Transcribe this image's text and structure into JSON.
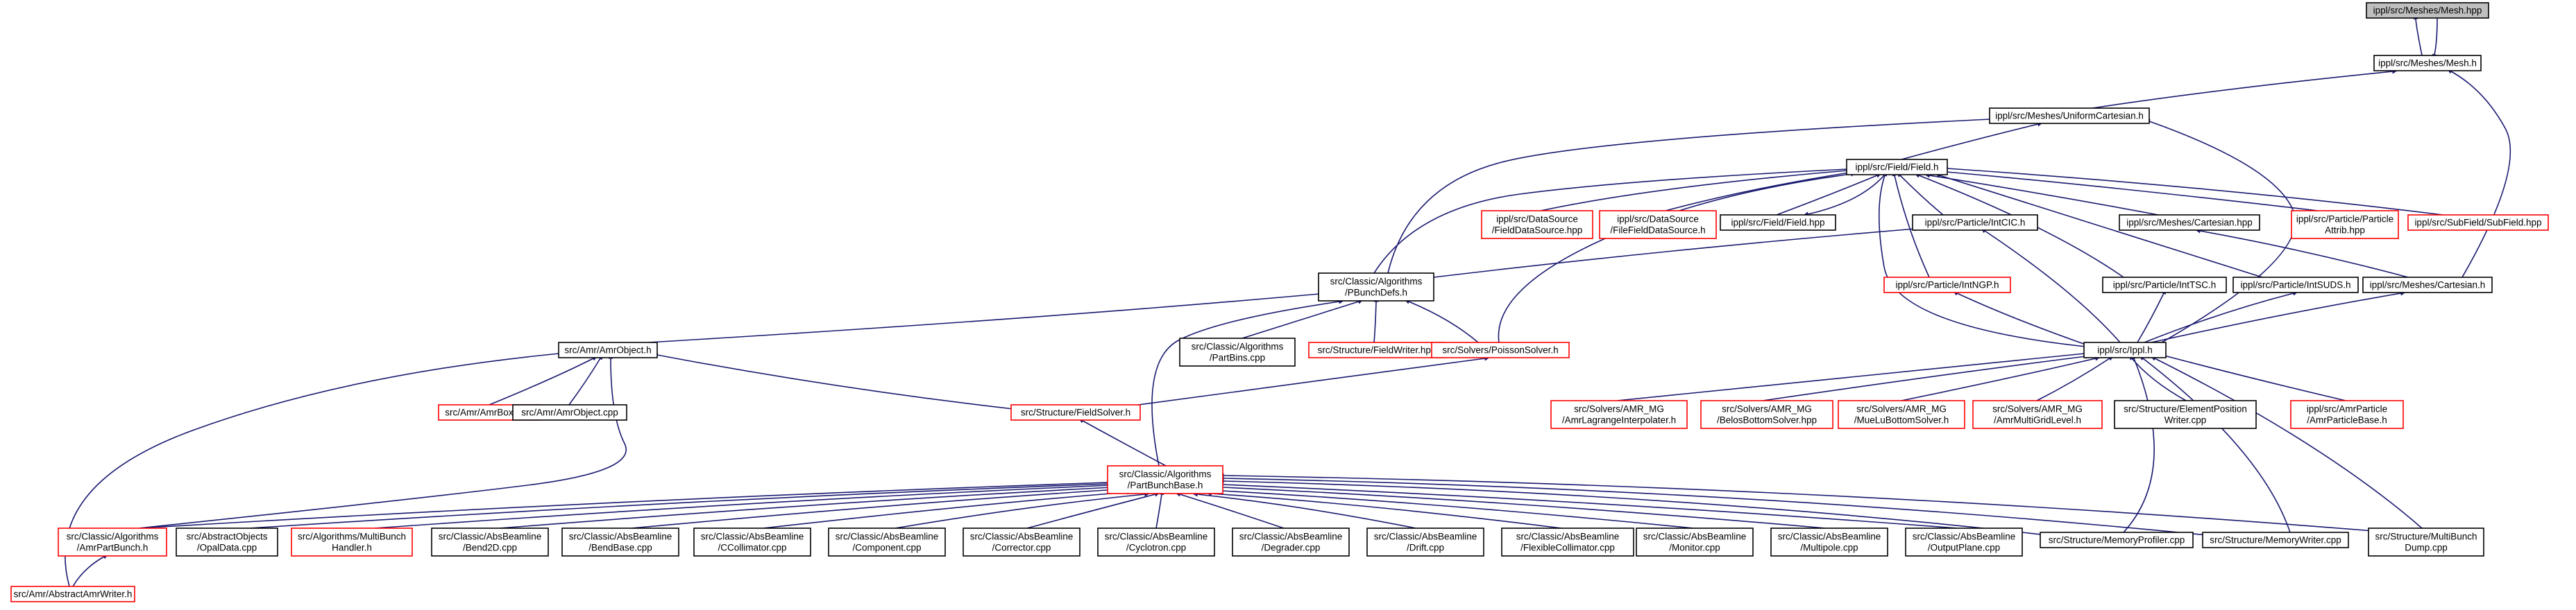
{
  "colors": {
    "edge": "#191970",
    "border_normal": "#000000",
    "border_incomplete": "#ff0000",
    "fill_root": "#bfbfbf",
    "fill_default": "#ffffff",
    "text": "#000000"
  },
  "nodes": [
    {
      "id": "n_mesh_hpp",
      "name": "node-ippl-meshes-mesh-hpp",
      "lines": [
        "ippl/src/Meshes/Mesh.hpp"
      ],
      "kind": "root"
    },
    {
      "id": "n_mesh_h",
      "name": "node-ippl-meshes-mesh-h",
      "lines": [
        "ippl/src/Meshes/Mesh.h"
      ],
      "kind": "normal"
    },
    {
      "id": "n_uniform",
      "name": "node-ippl-meshes-uniformcartesian-h",
      "lines": [
        "ippl/src/Meshes/UniformCartesian.h"
      ],
      "kind": "normal"
    },
    {
      "id": "n_field_h",
      "name": "node-ippl-field-field-h",
      "lines": [
        "ippl/src/Field/Field.h"
      ],
      "kind": "normal"
    },
    {
      "id": "n_fds_hpp",
      "name": "node-ippl-datasource-fielddatasource-hpp",
      "lines": [
        "ippl/src/DataSource",
        "/FieldDataSource.hpp"
      ],
      "kind": "incomplete"
    },
    {
      "id": "n_ffds_h",
      "name": "node-ippl-datasource-filefielddatasource-h",
      "lines": [
        "ippl/src/DataSource",
        "/FileFieldDataSource.h"
      ],
      "kind": "incomplete"
    },
    {
      "id": "n_field_hpp",
      "name": "node-ippl-field-field-hpp",
      "lines": [
        "ippl/src/Field/Field.hpp"
      ],
      "kind": "normal"
    },
    {
      "id": "n_intcic",
      "name": "node-ippl-particle-intcic-h",
      "lines": [
        "ippl/src/Particle/IntCIC.h"
      ],
      "kind": "normal"
    },
    {
      "id": "n_cart_hpp",
      "name": "node-ippl-meshes-cartesian-hpp",
      "lines": [
        "ippl/src/Meshes/Cartesian.hpp"
      ],
      "kind": "normal"
    },
    {
      "id": "n_partattrib",
      "name": "node-ippl-particle-particleattrib-hpp",
      "lines": [
        "ippl/src/Particle/Particle",
        "Attrib.hpp"
      ],
      "kind": "incomplete"
    },
    {
      "id": "n_subfield",
      "name": "node-ippl-subfield-subfield-hpp",
      "lines": [
        "ippl/src/SubField/SubField.hpp"
      ],
      "kind": "incomplete"
    },
    {
      "id": "n_pbunchdefs",
      "name": "node-classic-algorithms-pbunchdefs-h",
      "lines": [
        "src/Classic/Algorithms",
        "/PBunchDefs.h"
      ],
      "kind": "normal"
    },
    {
      "id": "n_intngp",
      "name": "node-ippl-particle-intngp-h",
      "lines": [
        "ippl/src/Particle/IntNGP.h"
      ],
      "kind": "incomplete"
    },
    {
      "id": "n_inttsc",
      "name": "node-ippl-particle-inttsc-h",
      "lines": [
        "ippl/src/Particle/IntTSC.h"
      ],
      "kind": "normal"
    },
    {
      "id": "n_intsuds",
      "name": "node-ippl-particle-intsuds-h",
      "lines": [
        "ippl/src/Particle/IntSUDS.h"
      ],
      "kind": "normal"
    },
    {
      "id": "n_cart_h",
      "name": "node-ippl-meshes-cartesian-h",
      "lines": [
        "ippl/src/Meshes/Cartesian.h"
      ],
      "kind": "normal"
    },
    {
      "id": "n_amrobject_h",
      "name": "node-amr-amrobject-h",
      "lines": [
        "src/Amr/AmrObject.h"
      ],
      "kind": "normal"
    },
    {
      "id": "n_partbins",
      "name": "node-classic-algorithms-partbins-cpp",
      "lines": [
        "src/Classic/Algorithms",
        "/PartBins.cpp"
      ],
      "kind": "normal"
    },
    {
      "id": "n_fieldwriter",
      "name": "node-structure-fieldwriter-hpp",
      "lines": [
        "src/Structure/FieldWriter.hpp"
      ],
      "kind": "incomplete"
    },
    {
      "id": "n_poisson",
      "name": "node-solvers-poissonsolver-h",
      "lines": [
        "src/Solvers/PoissonSolver.h"
      ],
      "kind": "incomplete"
    },
    {
      "id": "n_ippl_h",
      "name": "node-ippl-src-ippl-h",
      "lines": [
        "ippl/src/Ippl.h"
      ],
      "kind": "normal"
    },
    {
      "id": "n_amrboxlib",
      "name": "node-amr-amrboxlib-h",
      "lines": [
        "src/Amr/AmrBoxLib.h"
      ],
      "kind": "incomplete"
    },
    {
      "id": "n_amrobject_cpp",
      "name": "node-amr-amrobject-cpp",
      "lines": [
        "src/Amr/AmrObject.cpp"
      ],
      "kind": "normal"
    },
    {
      "id": "n_fieldsolver",
      "name": "node-structure-fieldsolver-h",
      "lines": [
        "src/Structure/FieldSolver.h"
      ],
      "kind": "incomplete"
    },
    {
      "id": "n_amrmg_interp",
      "name": "node-solvers-amr-mg-amrlagrangeinterpolater-h",
      "lines": [
        "src/Solvers/AMR_MG",
        "/AmrLagrangeInterpolater.h"
      ],
      "kind": "incomplete"
    },
    {
      "id": "n_amrmg_belos",
      "name": "node-solvers-amr-mg-belosbottomsolver-hpp",
      "lines": [
        "src/Solvers/AMR_MG",
        "/BelosBottomSolver.hpp"
      ],
      "kind": "incomplete"
    },
    {
      "id": "n_amrmg_muelu",
      "name": "node-solvers-amr-mg-muelubottomsolver-h",
      "lines": [
        "src/Solvers/AMR_MG",
        "/MueLuBottomSolver.h"
      ],
      "kind": "incomplete"
    },
    {
      "id": "n_amrmg_level",
      "name": "node-solvers-amr-mg-amrmultigridlevel-h",
      "lines": [
        "src/Solvers/AMR_MG",
        "/AmrMultiGridLevel.h"
      ],
      "kind": "incomplete"
    },
    {
      "id": "n_elempos",
      "name": "node-structure-elementpositionwriter-cpp",
      "lines": [
        "src/Structure/ElementPosition",
        "Writer.cpp"
      ],
      "kind": "normal"
    },
    {
      "id": "n_amrpartbase",
      "name": "node-ippl-amrparticle-amrparticlebase-h",
      "lines": [
        "ippl/src/AmrParticle",
        "/AmrParticleBase.h"
      ],
      "kind": "incomplete"
    },
    {
      "id": "n_partbunchbase",
      "name": "node-classic-algorithms-partbunchbase-h",
      "lines": [
        "src/Classic/Algorithms",
        "/PartBunchBase.h"
      ],
      "kind": "incomplete"
    },
    {
      "id": "n_amrpartbunch",
      "name": "node-classic-algorithms-amrpartbunch-h",
      "lines": [
        "src/Classic/Algorithms",
        "/AmrPartBunch.h"
      ],
      "kind": "incomplete"
    },
    {
      "id": "n_opaldata",
      "name": "node-abstractobjects-opaldata-cpp",
      "lines": [
        "src/AbstractObjects",
        "/OpalData.cpp"
      ],
      "kind": "normal"
    },
    {
      "id": "n_multibunch",
      "name": "node-algorithms-multibunchhandler-h",
      "lines": [
        "src/Algorithms/MultiBunch",
        "Handler.h"
      ],
      "kind": "incomplete"
    },
    {
      "id": "n_bend2d",
      "name": "node-absbeamline-bend2d-cpp",
      "lines": [
        "src/Classic/AbsBeamline",
        "/Bend2D.cpp"
      ],
      "kind": "normal"
    },
    {
      "id": "n_bendbase",
      "name": "node-absbeamline-bendbase-cpp",
      "lines": [
        "src/Classic/AbsBeamline",
        "/BendBase.cpp"
      ],
      "kind": "normal"
    },
    {
      "id": "n_ccollimator",
      "name": "node-absbeamline-ccollimator-cpp",
      "lines": [
        "src/Classic/AbsBeamline",
        "/CCollimator.cpp"
      ],
      "kind": "normal"
    },
    {
      "id": "n_component",
      "name": "node-absbeamline-component-cpp",
      "lines": [
        "src/Classic/AbsBeamline",
        "/Component.cpp"
      ],
      "kind": "normal"
    },
    {
      "id": "n_corrector",
      "name": "node-absbeamline-corrector-cpp",
      "lines": [
        "src/Classic/AbsBeamline",
        "/Corrector.cpp"
      ],
      "kind": "normal"
    },
    {
      "id": "n_cyclotron",
      "name": "node-absbeamline-cyclotron-cpp",
      "lines": [
        "src/Classic/AbsBeamline",
        "/Cyclotron.cpp"
      ],
      "kind": "normal"
    },
    {
      "id": "n_degrader",
      "name": "node-absbeamline-degrader-cpp",
      "lines": [
        "src/Classic/AbsBeamline",
        "/Degrader.cpp"
      ],
      "kind": "normal"
    },
    {
      "id": "n_drift",
      "name": "node-absbeamline-drift-cpp",
      "lines": [
        "src/Classic/AbsBeamline",
        "/Drift.cpp"
      ],
      "kind": "normal"
    },
    {
      "id": "n_flexcoll",
      "name": "node-absbeamline-flexiblecollimator-cpp",
      "lines": [
        "src/Classic/AbsBeamline",
        "/FlexibleCollimator.cpp"
      ],
      "kind": "normal"
    },
    {
      "id": "n_monitor",
      "name": "node-absbeamline-monitor-cpp",
      "lines": [
        "src/Classic/AbsBeamline",
        "/Monitor.cpp"
      ],
      "kind": "normal"
    },
    {
      "id": "n_multipole",
      "name": "node-absbeamline-multipole-cpp",
      "lines": [
        "src/Classic/AbsBeamline",
        "/Multipole.cpp"
      ],
      "kind": "normal"
    },
    {
      "id": "n_outputplane",
      "name": "node-absbeamline-outputplane-cpp",
      "lines": [
        "src/Classic/AbsBeamline",
        "/OutputPlane.cpp"
      ],
      "kind": "normal"
    },
    {
      "id": "n_memprofiler",
      "name": "node-structure-memoryprofiler-cpp",
      "lines": [
        "src/Structure/MemoryProfiler.cpp"
      ],
      "kind": "normal"
    },
    {
      "id": "n_memwriter",
      "name": "node-structure-memorywriter-cpp",
      "lines": [
        "src/Structure/MemoryWriter.cpp"
      ],
      "kind": "normal"
    },
    {
      "id": "n_multibunchdump",
      "name": "node-structure-multibunchdump-cpp",
      "lines": [
        "src/Structure/MultiBunch",
        "Dump.cpp"
      ],
      "kind": "normal"
    },
    {
      "id": "n_amrwriter",
      "name": "node-amr-abstractamrwriter-h",
      "lines": [
        "src/Amr/AbstractAmrWriter.h"
      ],
      "kind": "incomplete"
    }
  ]
}
